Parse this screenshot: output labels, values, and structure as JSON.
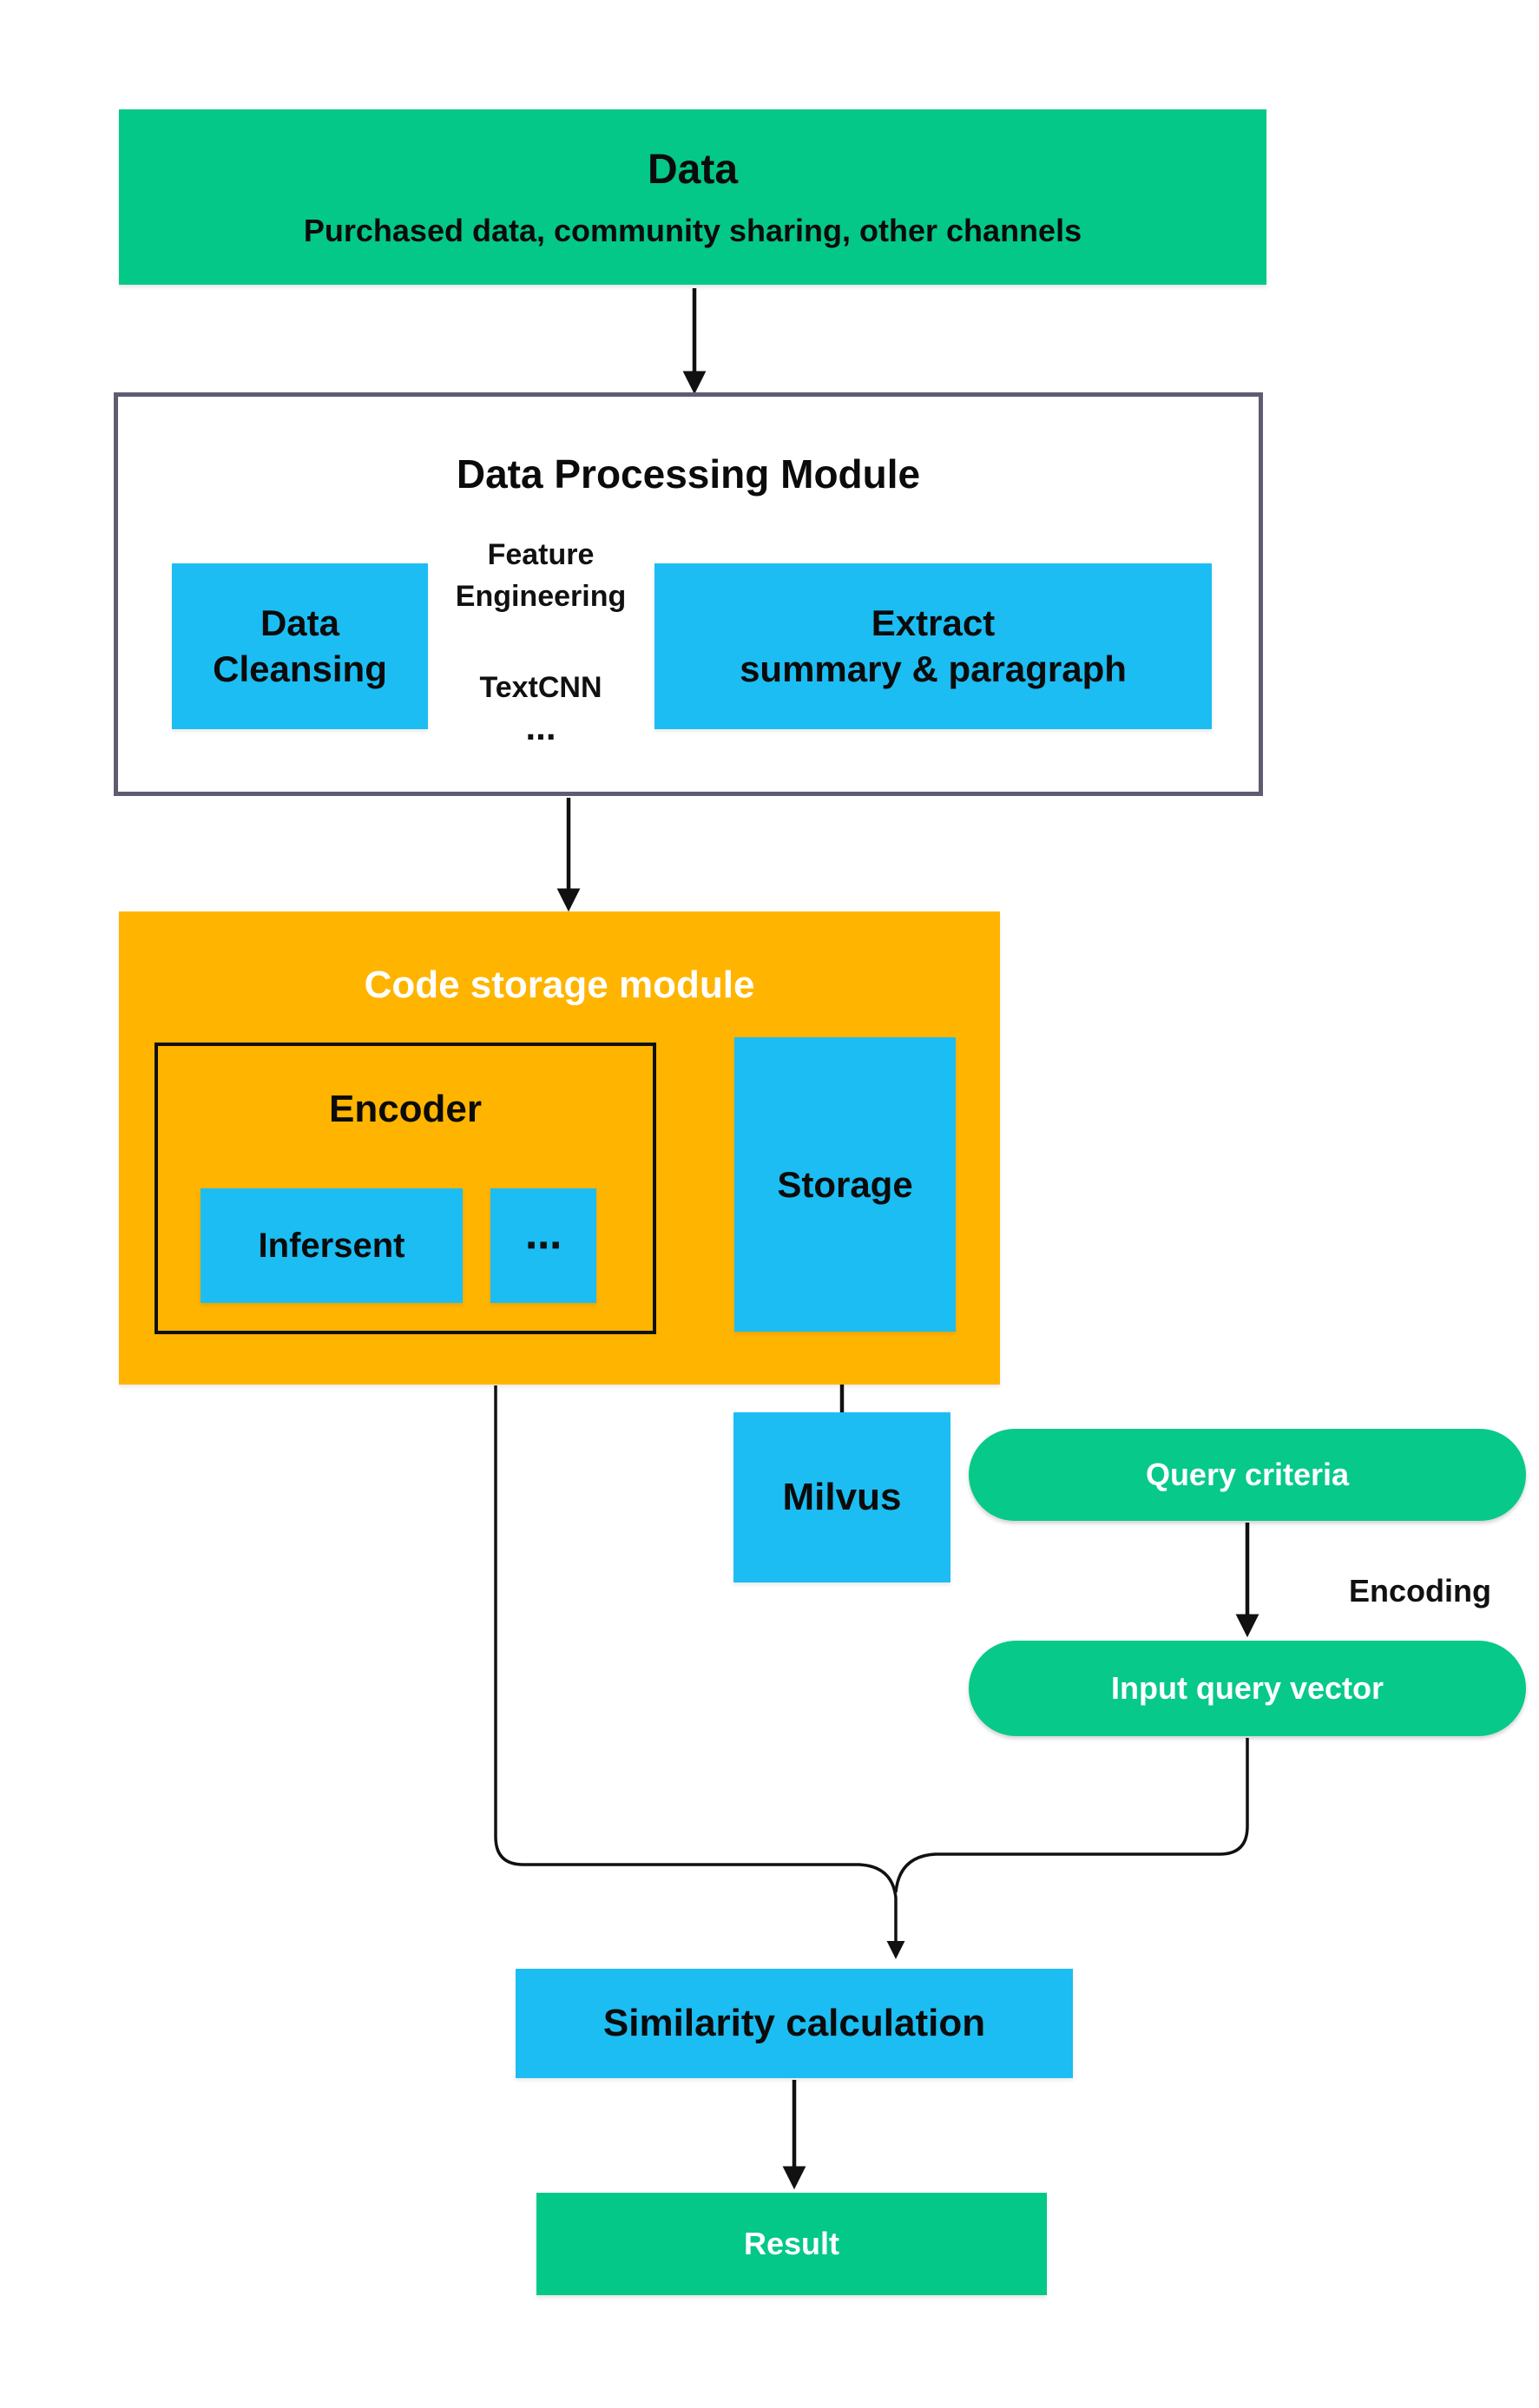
{
  "colors": {
    "green": "#04C888",
    "pill_green": "#07C98A",
    "blue": "#1CBDF2",
    "orange": "#FFB400",
    "outline_gray": "#5E5C70",
    "line_black": "#111111"
  },
  "data_box": {
    "title": "Data",
    "subtitle": "Purchased data, community sharing, other channels"
  },
  "processing_module": {
    "title": "Data Processing Module",
    "data_cleansing_line1": "Data",
    "data_cleansing_line2": "Cleansing",
    "feature_line1": "Feature",
    "feature_line2": "Engineering",
    "textcnn": "TextCNN",
    "ellipsis": "...",
    "extract_line1": "Extract",
    "extract_line2": "summary & paragraph"
  },
  "code_storage": {
    "title": "Code storage module",
    "encoder_title": "Encoder",
    "infersent": "Infersent",
    "dots": "⋯",
    "storage": "Storage"
  },
  "milvus": {
    "label": "Milvus"
  },
  "query_flow": {
    "query_criteria": "Query criteria",
    "encoding": "Encoding",
    "input_query_vector": "Input query vector"
  },
  "similarity": {
    "label": "Similarity calculation"
  },
  "result": {
    "label": "Result"
  }
}
